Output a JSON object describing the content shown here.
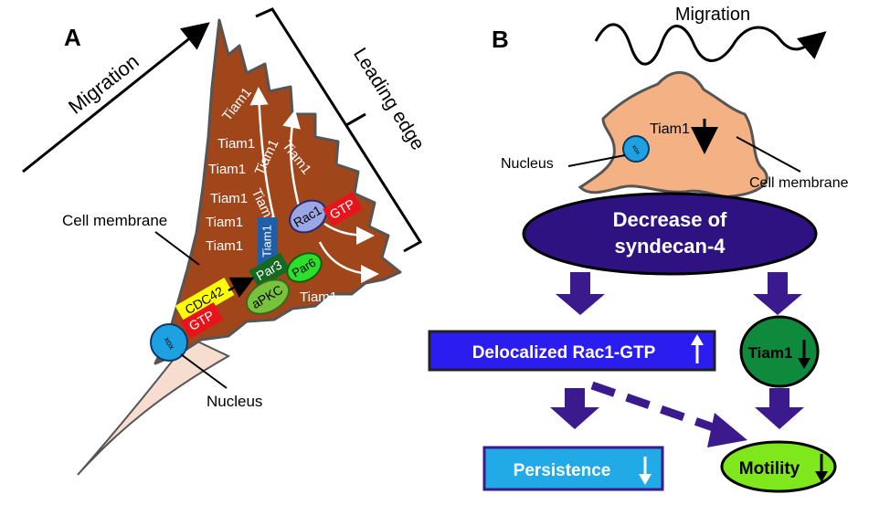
{
  "panel_a": {
    "label": "A",
    "migration": "Migration",
    "leading_edge": "Leading edge",
    "cell_membrane": "Cell membrane",
    "nucleus": "Nucleus",
    "nucleus_mark": "xox",
    "tiam1": "Tiam1",
    "rac1": "Rac1",
    "gtp": "GTP",
    "cdc42": "CDC42",
    "par3": "Par3",
    "par6": "Par6",
    "apkc": "aPKC"
  },
  "panel_b": {
    "label": "B",
    "migration": "Migration",
    "tiam1": "Tiam1",
    "nucleus": "Nucleus",
    "nucleus_mark": "xox",
    "cell_membrane": "Cell membrane",
    "decrease_line1": "Decrease of",
    "decrease_line2": "syndecan-4",
    "delocalized": "Delocalized Rac1-GTP",
    "tiam1_node": "Tiam1",
    "persistence": "Persistence",
    "motility": "Motility"
  },
  "colors": {
    "cell_brown": "#a0461a",
    "cell_tail": "#f6ddd0",
    "cell_b": "#f4b183",
    "nucleus_blue": "#1da1e0",
    "dark_purple": "#2e1282",
    "delocalized_blue": "#2b1cf0",
    "persistence_cyan": "#22aae6",
    "tiam_green": "#0f8a3c",
    "motility_green": "#7fe81c",
    "rac_lavender": "#9aa6e6",
    "gtp_red": "#e8141c",
    "cdc42_yellow": "#ffff00",
    "par3_green": "#156a22",
    "par6_green": "#2be02b",
    "apkc_green": "#79c23c",
    "tiam_blue": "#1f5fa8"
  }
}
